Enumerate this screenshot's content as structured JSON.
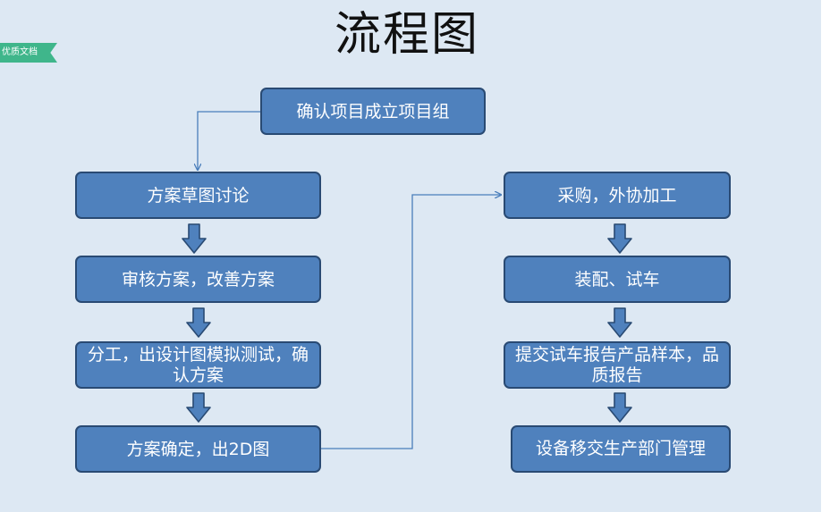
{
  "title": "流程图",
  "badge": "优质文档",
  "nodes": {
    "start": "确认项目成立项目组",
    "draft": "方案草图讨论",
    "review": "审核方案，改善方案",
    "design": "分工，出设计图模拟测试，确认方案",
    "finalize": "方案确定，出2D图",
    "procure": "采购，外协加工",
    "assemble": "装配、试车",
    "report": "提交试车报告产品样本，品质报告",
    "handover": "设备移交生产部门管理"
  },
  "colors": {
    "background": "#dde8f3",
    "box_fill": "#4f81bd",
    "box_border": "#294a73",
    "connector": "#4a7ebb"
  }
}
